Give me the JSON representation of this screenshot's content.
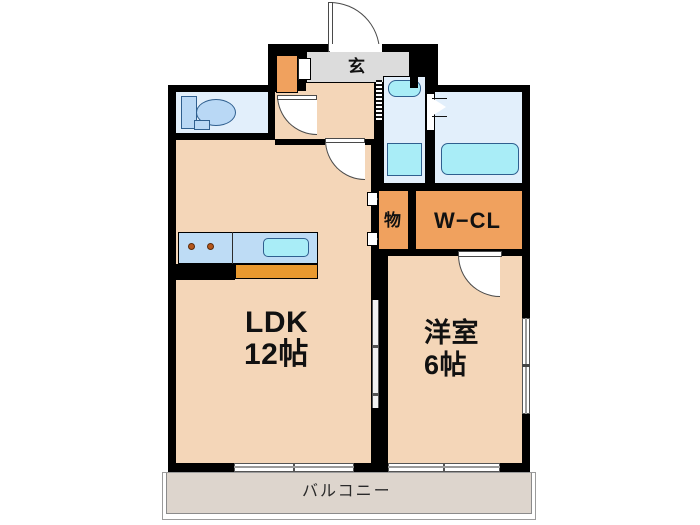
{
  "plan": {
    "type": "japanese-floor-plan",
    "title": "1LDK madori",
    "rooms": [
      {
        "id": "ldk",
        "name_line1": "LDK",
        "name_line2": "12帖",
        "size_jo": 12,
        "fill": "#f4d6b8"
      },
      {
        "id": "bedroom",
        "name_line1": "洋室",
        "name_line2": "6帖",
        "size_jo": 6,
        "fill": "#f4d6b8"
      },
      {
        "id": "balcony",
        "name_line1": "バルコニー",
        "name_line2": "",
        "fill": "#ddd5cd"
      },
      {
        "id": "entrance",
        "name_line1": "玄",
        "name_line2": "",
        "fill": "#dcdcdc"
      },
      {
        "id": "wcl",
        "name_line1": "W−CL",
        "name_line2": "",
        "fill": "#f0a15e"
      },
      {
        "id": "storage",
        "name_line1": "物",
        "name_line2": "",
        "fill": "#f0a15e"
      }
    ],
    "labels": {
      "ldk_name": "LDK",
      "ldk_area": "12帖",
      "bedroom_name": "洋室",
      "bedroom_area": "6帖",
      "balcony": "バルコニー",
      "entrance": "玄",
      "walk_in_closet": "W−CL",
      "storage": "物"
    },
    "fixtures": [
      {
        "name": "toilet-bowl",
        "room": "toilet"
      },
      {
        "name": "toilet-tank",
        "room": "toilet"
      },
      {
        "name": "washbasin",
        "room": "washroom"
      },
      {
        "name": "washing-machine-pan",
        "room": "washroom"
      },
      {
        "name": "bathtub",
        "room": "bathroom"
      },
      {
        "name": "kitchen-sink",
        "room": "ldk"
      },
      {
        "name": "gas-stove",
        "room": "ldk"
      },
      {
        "name": "shoe-closet",
        "room": "entrance"
      }
    ],
    "colors": {
      "wall": "#000000",
      "floor": "#f4d6b8",
      "water_area": "#e2effb",
      "tub": "#a9edf7",
      "closet": "#f0a15e",
      "counter_front": "#e9992f",
      "balcony": "#ddd5cd",
      "entrance_tile": "#dcdcdc",
      "counter": "#bedcf5"
    }
  }
}
